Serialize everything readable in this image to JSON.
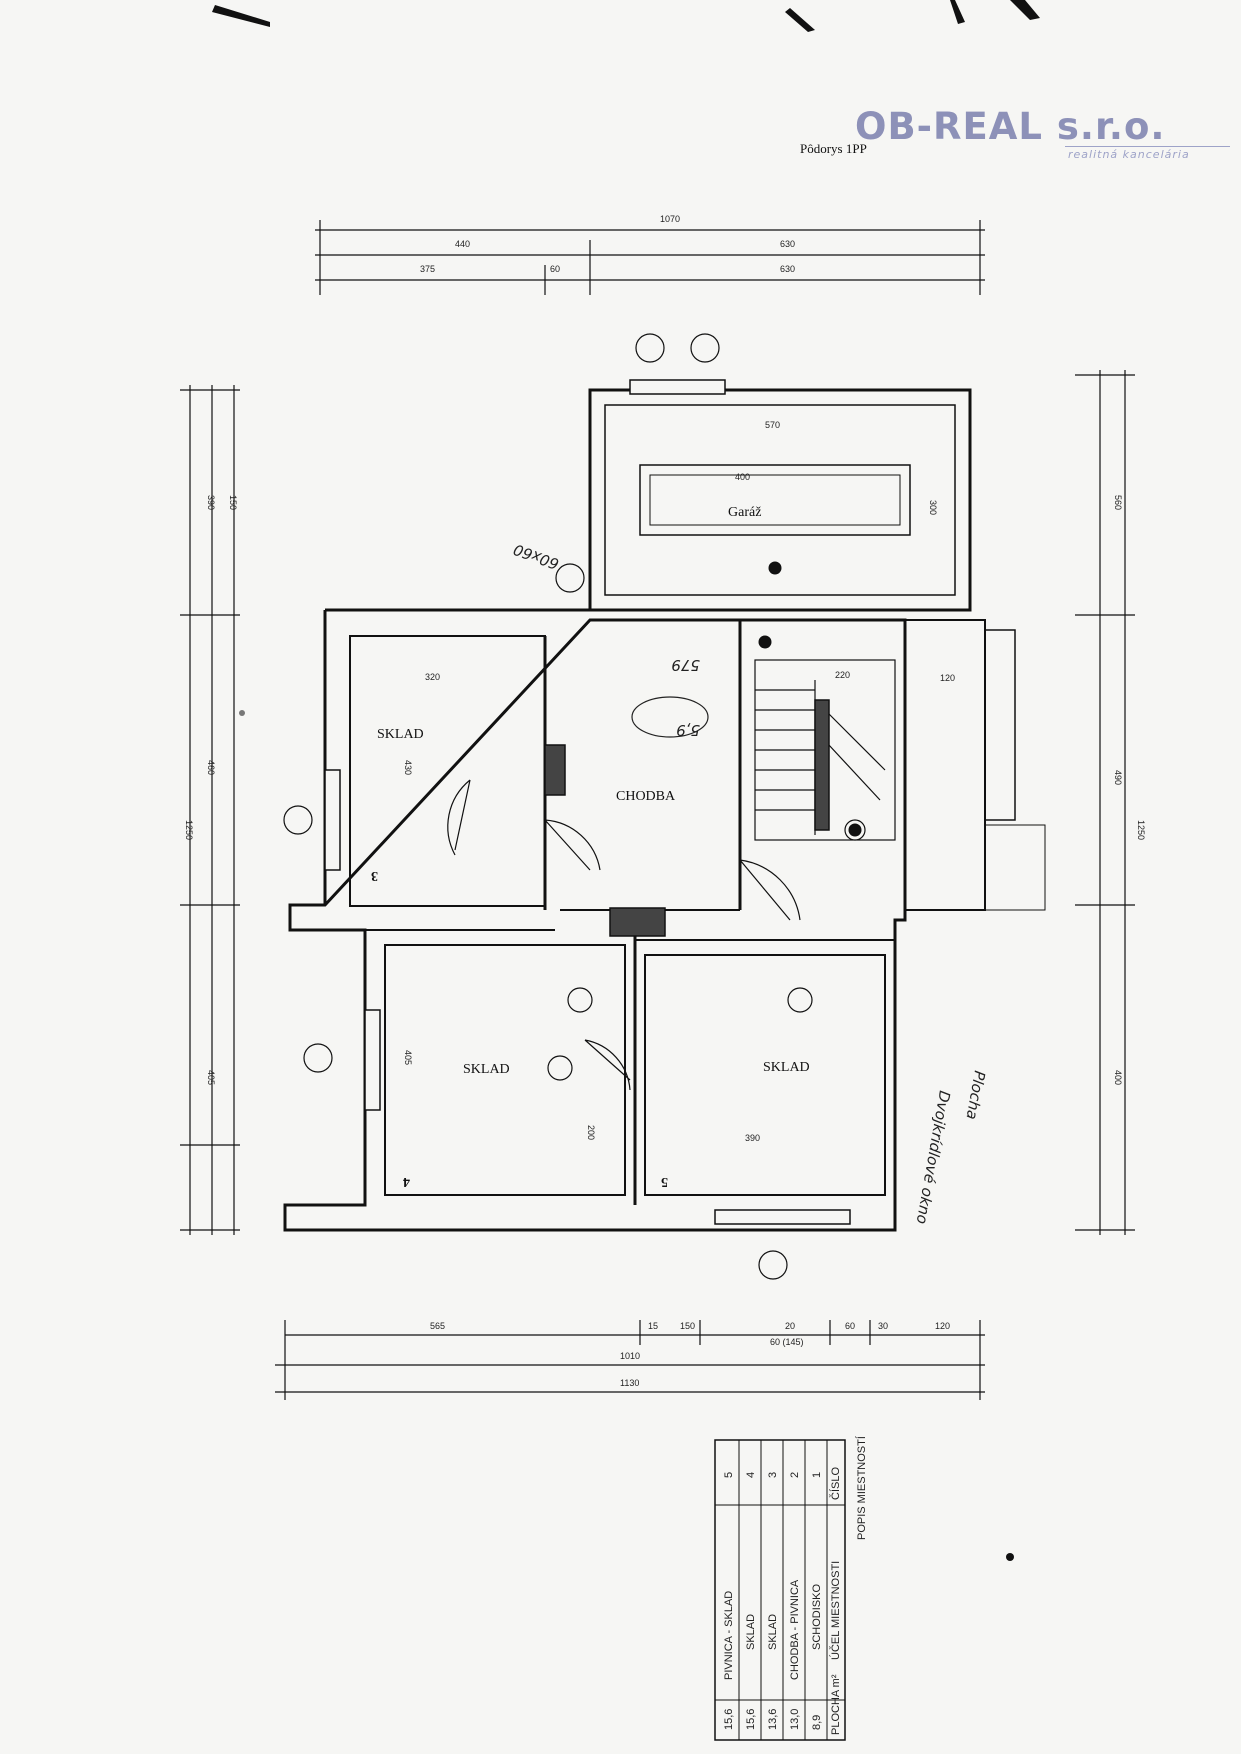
{
  "logo": {
    "company": "OB-REAL s.r.o.",
    "tagline": "realitná kancelária"
  },
  "drawing_title": "Pôdorys 1PP",
  "rooms": {
    "garage": "Garáž",
    "storage_1": "SKLAD",
    "corridor": "CHODBA",
    "storage_2": "SKLAD",
    "storage_3": "SKLAD"
  },
  "room_numbers": [
    "3",
    "4",
    "5"
  ],
  "dims_top": {
    "total": "1070",
    "left": "440",
    "right": "630",
    "sub_a": "375",
    "sub_b": "60",
    "sub_c": "630"
  },
  "dims_bottom": {
    "total": "1130",
    "mid": "1010",
    "a": "565",
    "b": "15",
    "c": "150",
    "d": "20",
    "e": "60",
    "f": "30",
    "g": "120",
    "h": "60 (145)"
  },
  "dims_left": {
    "total": "1250",
    "a": "390",
    "b": "150",
    "c": "460",
    "d": "405"
  },
  "dims_right": {
    "total": "1250",
    "a": "560",
    "b": "490",
    "c": "400"
  },
  "dims_inner": [
    "570",
    "400",
    "300",
    "320",
    "430",
    "220",
    "405",
    "390",
    "200",
    "120"
  ],
  "handwritten": {
    "area": "579",
    "area2": "5,9",
    "notes": [
      "Dvojkrídlové okno",
      "Plocha",
      "60x60"
    ]
  },
  "room_table": {
    "title": "POPIS MIESTNOSTÍ",
    "headers": [
      "ČÍSLO",
      "ÚČEL MIESTNOSTI",
      "PLOCHA m²"
    ],
    "rows": [
      [
        "1",
        "SCHODISKO",
        "8,9"
      ],
      [
        "2",
        "CHODBA - PIVNICA",
        "13,0"
      ],
      [
        "3",
        "SKLAD",
        "13,6"
      ],
      [
        "4",
        "SKLAD",
        "15,6"
      ],
      [
        "5",
        "PIVNICA - SKLAD",
        "15,6"
      ]
    ]
  }
}
